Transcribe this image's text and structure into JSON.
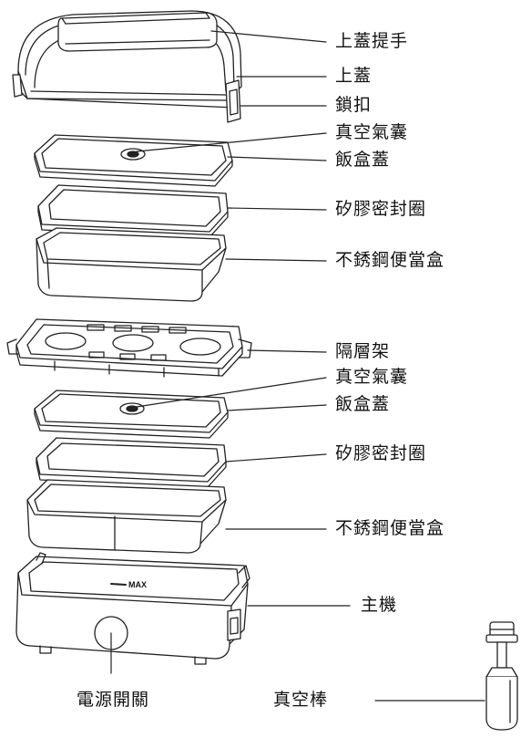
{
  "labels": {
    "lid_handle": "上蓋提手",
    "lid": "上蓋",
    "latch": "鎖扣",
    "vacuum_valve_1": "真空氣囊",
    "box_lid_1": "飯盒蓋",
    "gasket_1": "矽膠密封圈",
    "steel_box_1": "不銹鋼便當盒",
    "rack": "隔層架",
    "vacuum_valve_2": "真空氣囊",
    "box_lid_2": "飯盒蓋",
    "gasket_2": "矽膠密封圈",
    "steel_box_2": "不銹鋼便當盒",
    "main_unit": "主機",
    "power_switch": "電源開關",
    "vacuum_rod": "真空棒"
  },
  "main_unit_mark": "MAX"
}
